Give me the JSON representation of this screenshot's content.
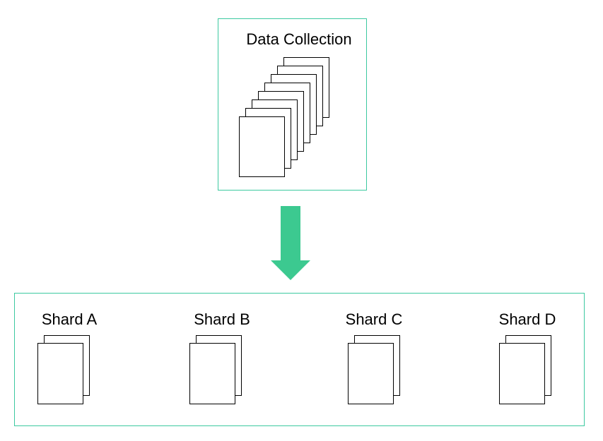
{
  "collection": {
    "title": "Data Collection"
  },
  "shards": [
    {
      "label": "Shard A"
    },
    {
      "label": "Shard B"
    },
    {
      "label": "Shard C"
    },
    {
      "label": "Shard D"
    }
  ],
  "colors": {
    "frame_border": "#3cc9a0",
    "arrow": "#3cc990",
    "page_stroke": "#000000",
    "page_fill": "#ffffff"
  }
}
